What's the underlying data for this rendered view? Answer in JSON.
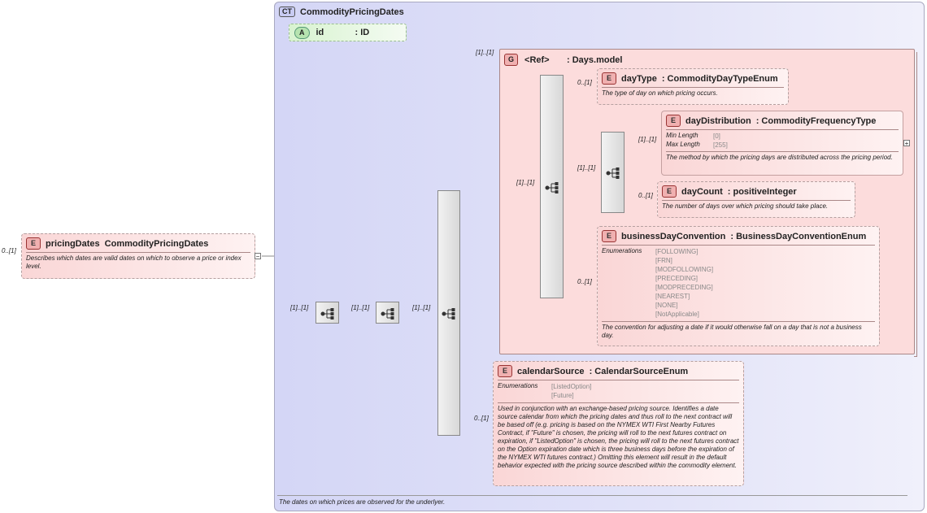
{
  "complex_type": {
    "badge": "CT",
    "name": "CommodityPricingDates",
    "description": "The dates on which prices are observed for the underlyer."
  },
  "root_element": {
    "badge": "E",
    "name": "pricingDates",
    "type": "CommodityPricingDates",
    "cardinality": "0..[1]",
    "description": "Describes which dates are valid dates on which to observe a price or index level."
  },
  "attribute": {
    "badge": "A",
    "name": "id",
    "type": ": ID"
  },
  "group": {
    "badge": "G",
    "name": "<Ref>",
    "type": ": Days.model",
    "cardinality": "[1]..[1]"
  },
  "cardinalities": {
    "seq1": "[1]..[1]",
    "seq2": "[1]..[1]",
    "seq3": "[1]..[1]",
    "group_in": "[1]..[1]",
    "inner_seq": "[1]..[1]",
    "calendar": "0..[1]",
    "daytype": "0..[1]",
    "distribution": "[1]..[1]",
    "daycount": "0..[1]",
    "bdc": "0..[1]"
  },
  "dayType": {
    "badge": "E",
    "name": "dayType",
    "type": ": CommodityDayTypeEnum",
    "description": "The type of day on which pricing occurs."
  },
  "dayDistribution": {
    "badge": "E",
    "name": "dayDistribution",
    "type": ": CommodityFrequencyType",
    "facets": [
      {
        "label": "Min Length",
        "value": "[0]"
      },
      {
        "label": "Max Length",
        "value": "[255]"
      }
    ],
    "description": "The method by which the pricing days are distributed across the pricing period."
  },
  "dayCount": {
    "badge": "E",
    "name": "dayCount",
    "type": ": positiveInteger",
    "description": "The number of days over which pricing should take place."
  },
  "businessDayConvention": {
    "badge": "E",
    "name": "businessDayConvention",
    "type": ": BusinessDayConventionEnum",
    "enum_label": "Enumerations",
    "enums": [
      "[FOLLOWING]",
      "[FRN]",
      "[MODFOLLOWING]",
      "[PRECEDING]",
      "[MODPRECEDING]",
      "[NEAREST]",
      "[NONE]",
      "[NotApplicable]"
    ],
    "description": "The convention for adjusting a date if it would otherwise fall on a day that is not a business day."
  },
  "calendarSource": {
    "badge": "E",
    "name": "calendarSource",
    "type": ": CalendarSourceEnum",
    "enum_label": "Enumerations",
    "enums": [
      "[ListedOption]",
      "[Future]"
    ],
    "description": "Used in conjunction with an exchange-based pricing source. Identifies a date source calendar from which the pricing dates and thus roll to the next contract will be based off (e.g. pricing is based on the NYMEX WTI First Nearby Futures Contract, if \"Future\" is chosen, the pricing will roll to the next futures contract on expiration, if \"ListedOption\" is chosen, the pricing will roll to the next futures contract on the Option expiration date which is three business days before the expiration of the NYMEX WTI futures contract.) Omitting this element will result in the default behavior expected with the pricing source described within the commodity element."
  },
  "icons": {
    "sequence": "sequence-icon",
    "collapse": "collapse-icon",
    "expand": "expand-icon"
  }
}
